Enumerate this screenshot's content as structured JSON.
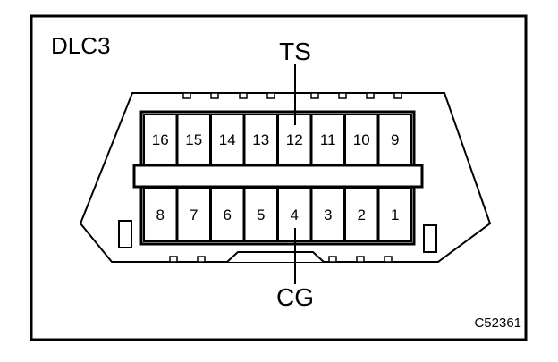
{
  "title": "DLC3",
  "figure_code": "C52361",
  "top_callout": "TS",
  "bottom_callout": "CG",
  "top_row_pins": [
    "16",
    "15",
    "14",
    "13",
    "12",
    "11",
    "10",
    "9"
  ],
  "bottom_row_pins": [
    "8",
    "7",
    "6",
    "5",
    "4",
    "3",
    "2",
    "1"
  ],
  "colors": {
    "stroke": "#000000",
    "background": "#ffffff"
  }
}
